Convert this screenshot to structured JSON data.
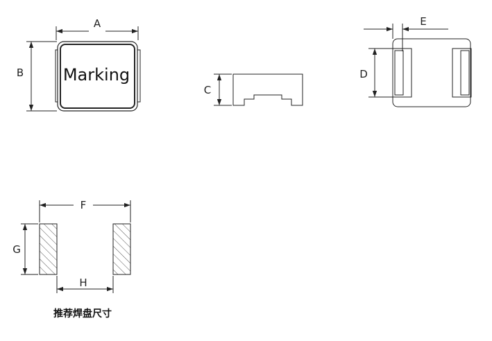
{
  "labels": {
    "a": "A",
    "b": "B",
    "c": "C",
    "d": "D",
    "e": "E",
    "f": "F",
    "g": "G",
    "h": "H"
  },
  "marking_text": "Marking",
  "caption": "推荐焊盘尺寸",
  "colors": {
    "line": "#222222",
    "background": "#ffffff"
  }
}
